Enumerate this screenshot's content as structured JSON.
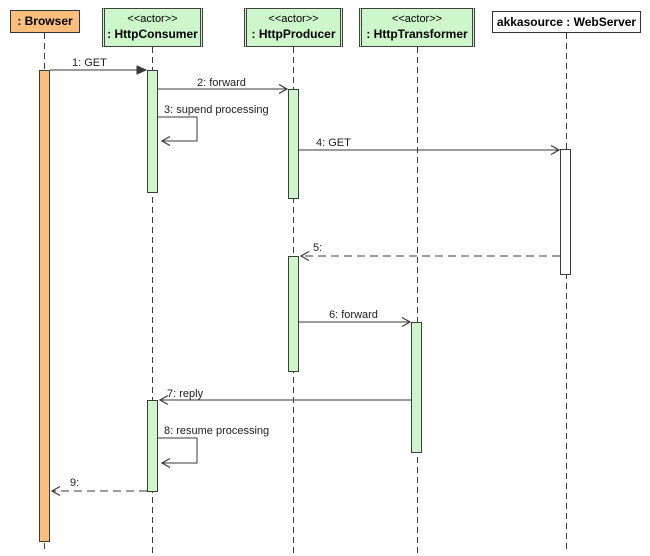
{
  "diagram": {
    "kind": "uml-sequence-diagram",
    "colors": {
      "actor_fill": "#CDF6CB",
      "browser_fill": "#FBBE7D",
      "webserver_fill": "#FFFFFF",
      "line": "#3A3A3A"
    },
    "participants": [
      {
        "id": "browser",
        "stereotype": "",
        "name": ": Browser"
      },
      {
        "id": "http-consumer",
        "stereotype": "<<actor>>",
        "name": ": HttpConsumer"
      },
      {
        "id": "http-producer",
        "stereotype": "<<actor>>",
        "name": ": HttpProducer"
      },
      {
        "id": "http-transformer",
        "stereotype": "<<actor>>",
        "name": ": HttpTransformer"
      },
      {
        "id": "web-server",
        "stereotype": "",
        "name": "akkasource : WebServer"
      }
    ],
    "messages": [
      {
        "seq": "1",
        "label": "1: GET",
        "from": ": Browser",
        "to": ": HttpConsumer",
        "style": "solid-filled-arrow"
      },
      {
        "seq": "2",
        "label": "2: forward",
        "from": ": HttpConsumer",
        "to": ": HttpProducer",
        "style": "solid-open-arrow"
      },
      {
        "seq": "3",
        "label": "3: supend processing",
        "from": ": HttpConsumer",
        "to": ": HttpConsumer",
        "style": "self-message"
      },
      {
        "seq": "4",
        "label": "4: GET",
        "from": ": HttpProducer",
        "to": "akkasource : WebServer",
        "style": "solid-open-arrow"
      },
      {
        "seq": "5",
        "label": "5:",
        "from": "akkasource : WebServer",
        "to": ": HttpProducer",
        "style": "dashed-open-arrow"
      },
      {
        "seq": "6",
        "label": "6: forward",
        "from": ": HttpProducer",
        "to": ": HttpTransformer",
        "style": "solid-open-arrow"
      },
      {
        "seq": "7",
        "label": "7: reply",
        "from": ": HttpTransformer",
        "to": ": HttpConsumer",
        "style": "solid-open-arrow"
      },
      {
        "seq": "8",
        "label": "8: resume processing",
        "from": ": HttpConsumer",
        "to": ": HttpConsumer",
        "style": "self-message"
      },
      {
        "seq": "9",
        "label": "9:",
        "from": ": HttpConsumer",
        "to": ": Browser",
        "style": "dashed-open-arrow"
      }
    ]
  }
}
